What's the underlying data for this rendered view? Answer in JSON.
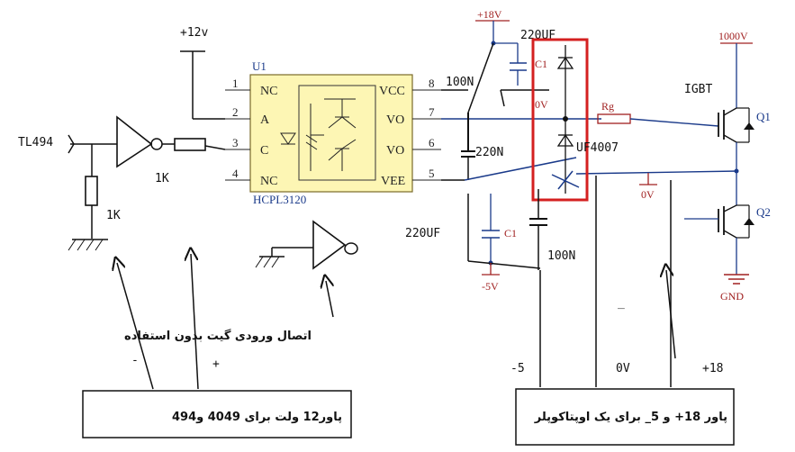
{
  "chip": {
    "ref": "U1",
    "part": "HCPL3120",
    "pins_left": [
      {
        "num": "1",
        "name": "NC"
      },
      {
        "num": "2",
        "name": "A"
      },
      {
        "num": "3",
        "name": "C"
      },
      {
        "num": "4",
        "name": "NC"
      }
    ],
    "pins_right": [
      {
        "num": "8",
        "name": "VCC"
      },
      {
        "num": "7",
        "name": "VO"
      },
      {
        "num": "6",
        "name": "VO"
      },
      {
        "num": "5",
        "name": "VEE"
      }
    ]
  },
  "labels": {
    "v12": "+12v",
    "tl494": "TL494",
    "r_input": "1K",
    "r_pull": "1K",
    "v18_top": "+18V",
    "cap_top": "220UF",
    "cap_top_name": "C1",
    "zero_top": "0V",
    "cap_100n_top": "100N",
    "cap_220n": "220N",
    "rg": "Rg",
    "diode": "UF4007",
    "igbt": "IGBT",
    "v1000": "1000V",
    "q1": "Q1",
    "q2": "Q2",
    "zero_mid": "0V",
    "gnd": "GND",
    "cap_bottom": "220UF",
    "cap_bottom_name": "C1",
    "neg5": "-5V",
    "cap_100n_bottom": "100N",
    "note_unused": "اتصال ورودی گیت بدون استفاده",
    "minus_sign": "-",
    "plus_sign": "+",
    "box_left": "پاور12 ولت برای 4049 و494",
    "wire_neg5": "-5",
    "wire_0v": "0V",
    "wire_p18": "+18",
    "box_right": "پاور 18+ و 5_ برای یک اوپتاکوپلر",
    "dash_mark": "_"
  }
}
